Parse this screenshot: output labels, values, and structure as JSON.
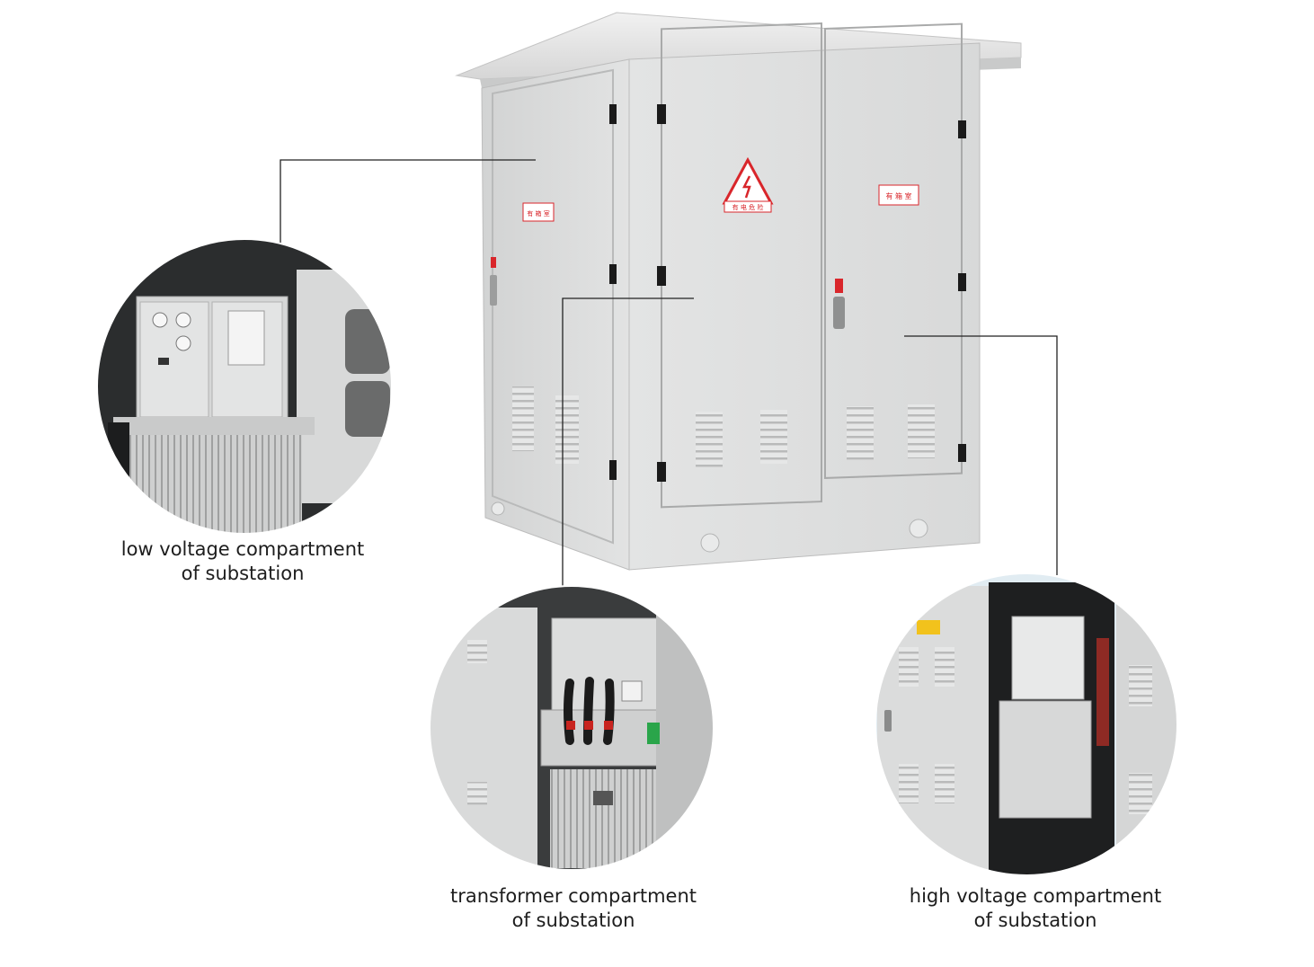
{
  "labels": {
    "low_voltage": {
      "line1": "low voltage compartment",
      "line2": "of substation"
    },
    "transformer": {
      "line1": "transformer compartment",
      "line2": "of substation"
    },
    "high_voltage": {
      "line1": "high voltage compartment",
      "line2": "of substation"
    }
  },
  "enclosure_signs": {
    "left_door_sign": "有 箱 室",
    "warning_sign": "有 电 危 险",
    "right_door_sign": "有 箱 室"
  },
  "colors": {
    "background": "#ffffff",
    "cabinet": "#dcdddd",
    "warning_red": "#d9262b",
    "leader_line": "#222222"
  }
}
